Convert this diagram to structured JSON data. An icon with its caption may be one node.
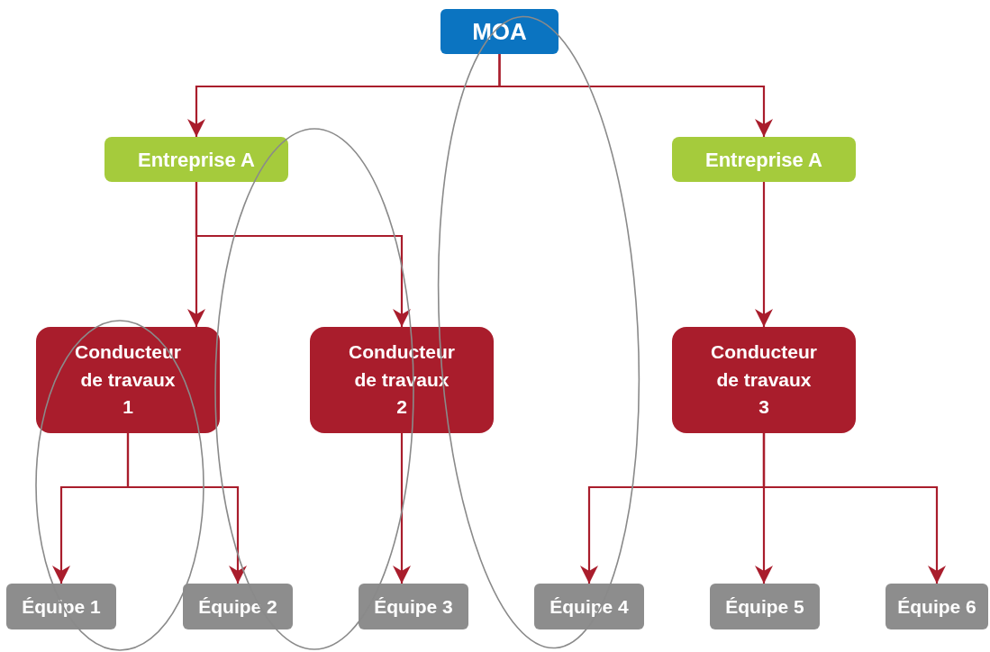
{
  "diagram": {
    "nodes": [
      {
        "text": [
          "MOA"
        ]
      },
      {
        "text": [
          "Entreprise A"
        ]
      },
      {
        "text": [
          "Entreprise A"
        ]
      },
      {
        "text": [
          "Conducteur de travaux 1"
        ]
      },
      {
        "text": [
          "Conducteur de travaux 2"
        ]
      },
      {
        "text": [
          "Conducteur de travaux 3"
        ]
      },
      {
        "text": [
          "Équipe 1"
        ]
      },
      {
        "text": [
          "Équipe 2"
        ]
      },
      {
        "text": [
          "Équipe 3"
        ]
      },
      {
        "text": [
          "Équipe 4"
        ]
      },
      {
        "text": [
          "Équipe 5"
        ]
      },
      {
        "text": [
          "Équipe 6"
        ]
      }
    ],
    "edges": [
      {
        "from": 0,
        "to": 1,
        "arrow": "to"
      },
      {
        "from": 0,
        "to": 2,
        "arrow": "to"
      },
      {
        "from": 1,
        "to": 3,
        "arrow": "to"
      },
      {
        "from": 1,
        "to": 4,
        "arrow": "to"
      },
      {
        "from": 2,
        "to": 5,
        "arrow": "to"
      },
      {
        "from": 3,
        "to": 6,
        "arrow": "to"
      },
      {
        "from": 3,
        "to": 7,
        "arrow": "to"
      },
      {
        "from": 4,
        "to": 8,
        "arrow": "to"
      },
      {
        "from": 5,
        "to": 9,
        "arrow": "to"
      },
      {
        "from": 5,
        "to": 10,
        "arrow": "to"
      },
      {
        "from": 5,
        "to": 11,
        "arrow": "to"
      }
    ]
  }
}
